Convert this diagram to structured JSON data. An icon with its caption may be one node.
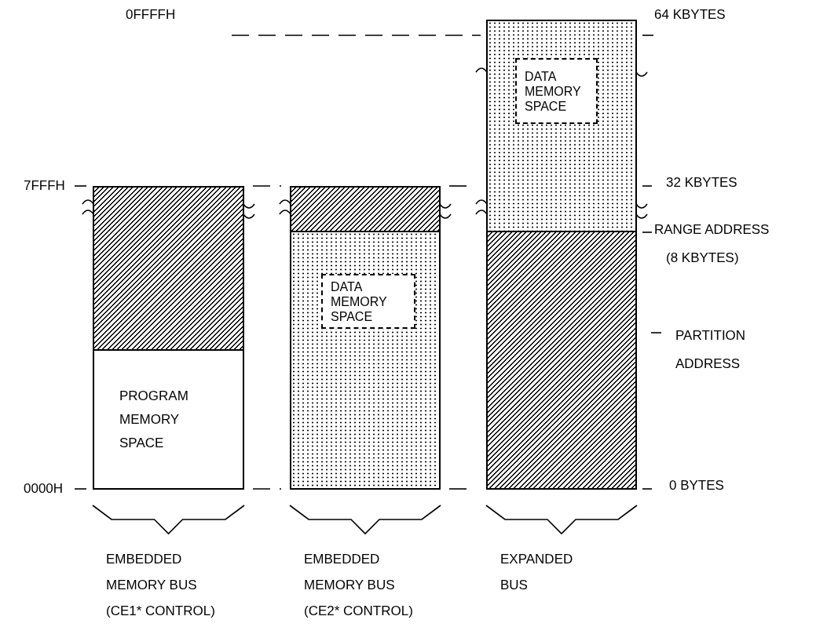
{
  "diagram": {
    "nodes": [
      {
        "text": [],
        "shape": "box"
      },
      {
        "text": [
          "PROGRAM MEMORY SPACE"
        ]
      },
      {
        "text": [],
        "shape": "box"
      },
      {
        "text": [],
        "shape": "box"
      },
      {
        "text": [
          "DATA MEMORY SPACE"
        ],
        "in": 3
      },
      {
        "text": [],
        "shape": "box"
      },
      {
        "text": [
          "DATA MEMORY SPACE"
        ],
        "in": 5
      },
      {
        "text": [],
        "shape": "box"
      }
    ],
    "edges": [],
    "labels": [
      "0FFFFH",
      "64 KBYTES",
      "7FFFH",
      "32 KBYTES",
      "RANGE ADDRESS",
      "(8 KBYTES)",
      "PARTITION ADDRESS",
      "0000H",
      "0 BYTES",
      "EMBEDDED MEMORY BUS (CE1* CONTROL)",
      "EMBEDDED MEMORY BUS (CE2* CONTROL)",
      "EXPANDED BUS"
    ]
  }
}
